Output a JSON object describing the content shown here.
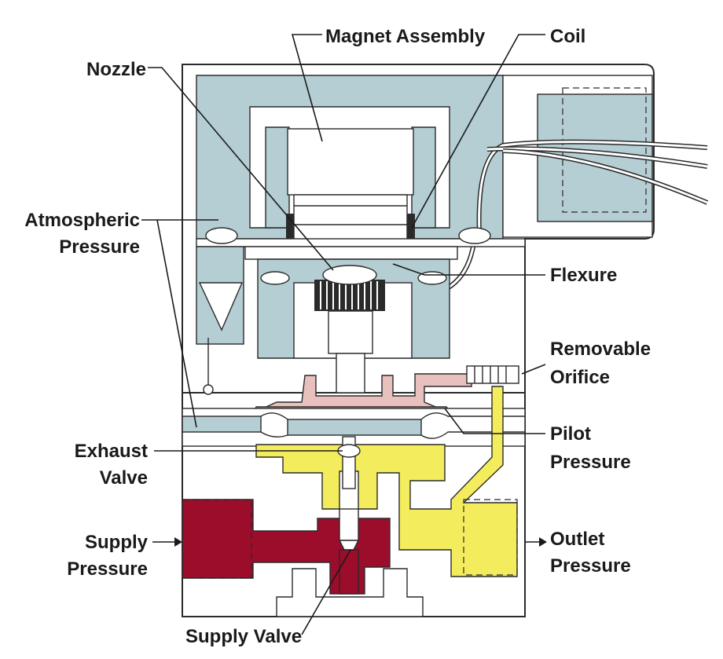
{
  "labels": {
    "magnet_assembly": "Magnet Assembly",
    "coil": "Coil",
    "nozzle": "Nozzle",
    "atmospheric_pressure_1": "Atmospheric",
    "atmospheric_pressure_2": "Pressure",
    "flexure": "Flexure",
    "removable_orifice_1": "Removable",
    "removable_orifice_2": "Orifice",
    "exhaust_valve_1": "Exhaust",
    "exhaust_valve_2": "Valve",
    "pilot_pressure_1": "Pilot",
    "pilot_pressure_2": "Pressure",
    "supply_pressure_1": "Supply",
    "supply_pressure_2": "Pressure",
    "outlet_pressure_1": "Outlet",
    "outlet_pressure_2": "Pressure",
    "supply_valve": "Supply Valve"
  },
  "colors": {
    "atmospheric_blue": "#b4ced3",
    "pilot_pink": "#e8c0bd",
    "outlet_yellow": "#f3ec5c",
    "supply_red": "#9b0d2a",
    "outline": "#2a2a2a",
    "white": "#ffffff"
  }
}
